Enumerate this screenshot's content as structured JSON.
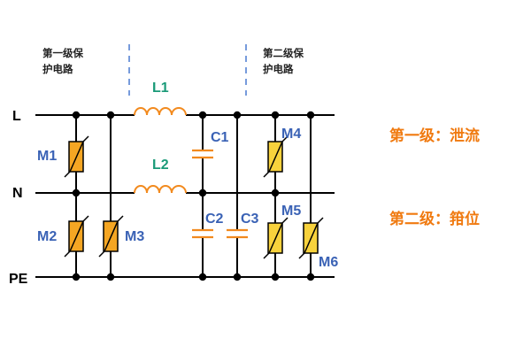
{
  "rails": {
    "L": "L",
    "N": "N",
    "PE": "PE"
  },
  "sections": {
    "first": {
      "line1": "第一级保",
      "line2": "护电路"
    },
    "second": {
      "line1": "第二级保",
      "line2": "护电路"
    }
  },
  "inductors": {
    "L1": "L1",
    "L2": "L2"
  },
  "capacitors": {
    "C1": "C1",
    "C2": "C2",
    "C3": "C3"
  },
  "varistors": {
    "M1": "M1",
    "M2": "M2",
    "M3": "M3",
    "M4": "M4",
    "M5": "M5",
    "M6": "M6"
  },
  "notes": {
    "first": "第一级：泄流",
    "second": "第二级：箝位"
  },
  "colors": {
    "wire": "#000000",
    "varistor_fill": "#f5a623",
    "varistor_fill_light": "#f8d23c",
    "inductor": "#f28a1e",
    "capacitor": "#f28a1e",
    "blue_label": "#3a62b5",
    "green_label": "#1a9a78",
    "note": "#f07a10",
    "divider": "#4a7ad0"
  }
}
